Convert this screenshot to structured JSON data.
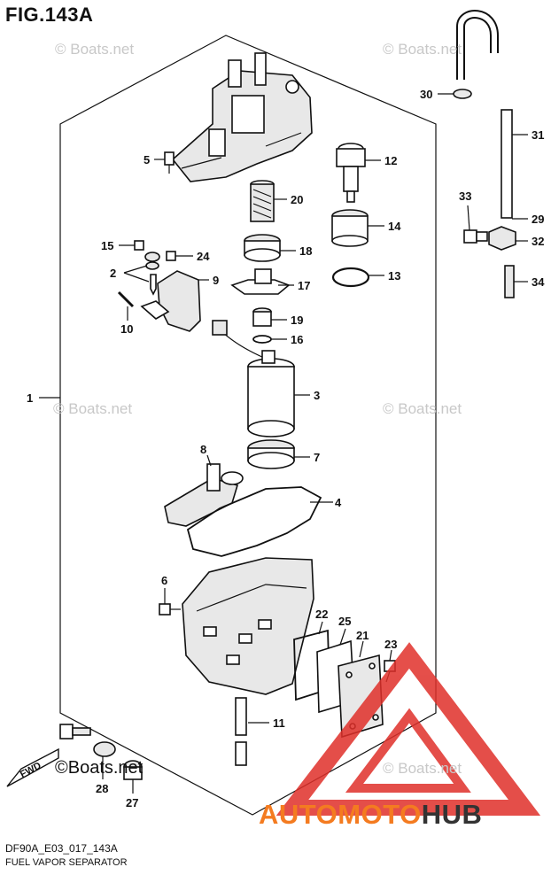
{
  "header": {
    "figure_number": "FIG.143A"
  },
  "footer": {
    "model_code": "DF90A_E03_017_143A",
    "section_name": "FUEL VAPOR SEPARATOR"
  },
  "watermarks": {
    "text": "© Boats.net",
    "overlay_text": "©Boats.net",
    "fwd_arrow_label": "FWD"
  },
  "logo": {
    "brand_left": "AUTOMOTO",
    "brand_right": "HUB",
    "brand_color": "#f47b20",
    "triangle_color": "#e0302a"
  },
  "callouts": {
    "p1": "1",
    "p2": "2",
    "p3": "3",
    "p4": "4",
    "p5": "5",
    "p6": "6",
    "p7": "7",
    "p8": "8",
    "p9": "9",
    "p10": "10",
    "p11": "11",
    "p12": "12",
    "p13": "13",
    "p14": "14",
    "p15": "15",
    "p16": "16",
    "p17": "17",
    "p18": "18",
    "p19": "19",
    "p20": "20",
    "p21": "21",
    "p22": "22",
    "p23": "23",
    "p24": "24",
    "p25": "25",
    "p27": "27",
    "p28": "28",
    "p29": "29",
    "p30": "30",
    "p31": "31",
    "p32": "32",
    "p33": "33",
    "p34": "34"
  }
}
